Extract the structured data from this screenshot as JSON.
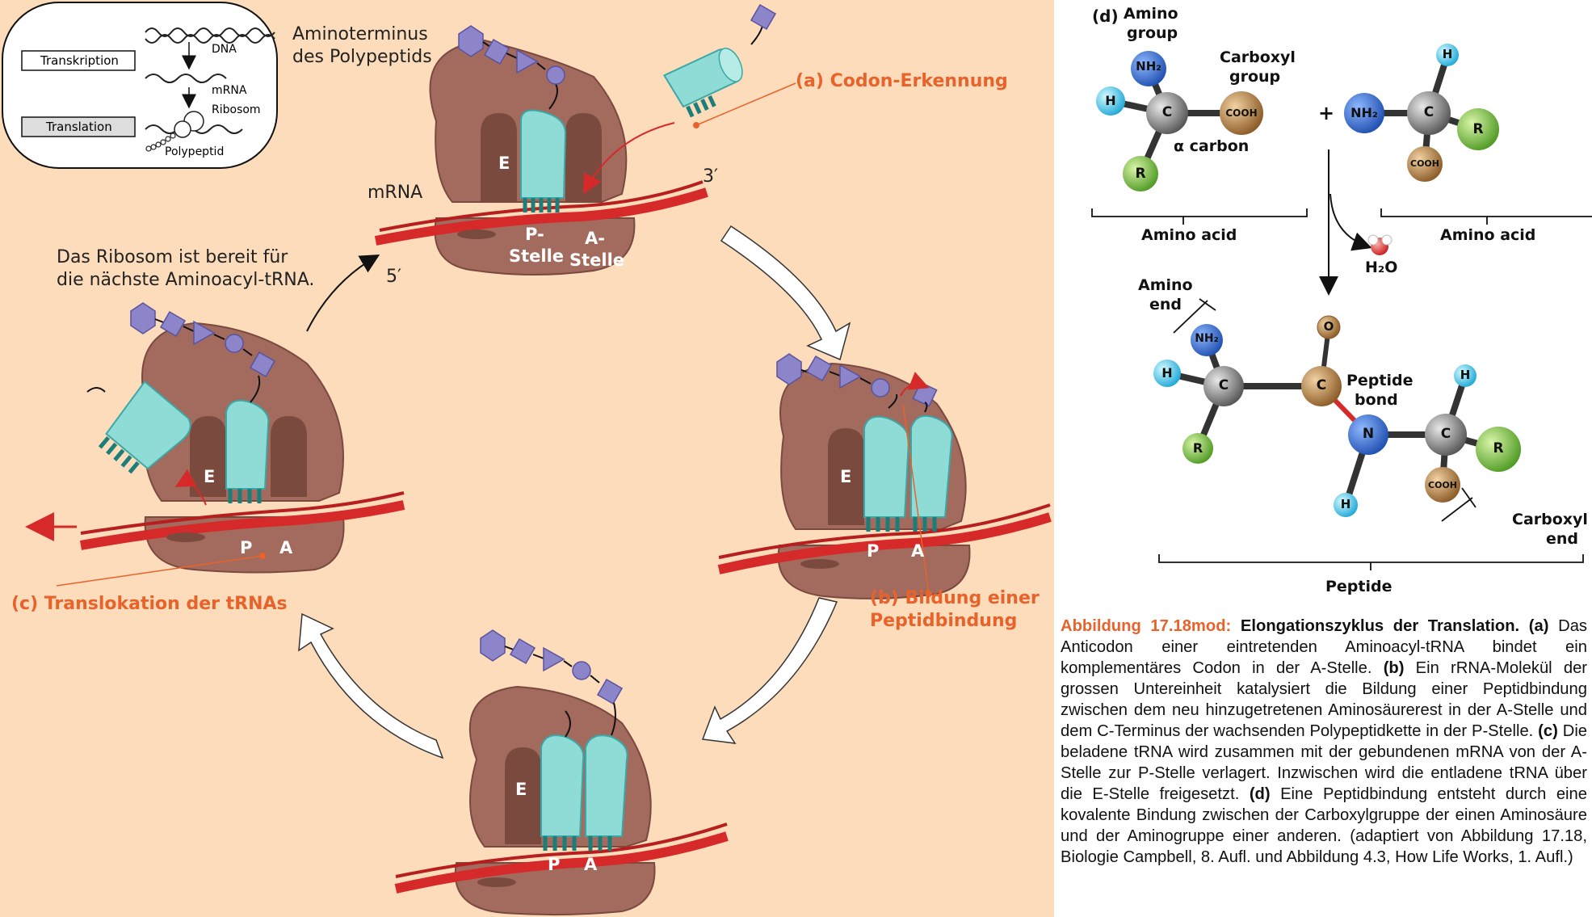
{
  "inset": {
    "transcription": "Transkription",
    "translation": "Translation",
    "dna": "DNA",
    "mrna": "mRNA",
    "ribosome": "Ribosom",
    "polypeptide": "Polypeptid"
  },
  "cycle": {
    "aminoterminus_line1": "Aminoterminus",
    "aminoterminus_line2": "des Polypeptids",
    "step_a": "(a) Codon-Erkennung",
    "step_b_line1": "(b) Bildung einer",
    "step_b_line2": "Peptidbindung",
    "step_c": "(c) Translokation der tRNAs",
    "ready_line1": "Das Ribosom ist bereit für",
    "ready_line2": "die nächste Aminoacyl-tRNA.",
    "mrna": "mRNA",
    "three_prime": "3′",
    "five_prime": "5′",
    "site_e": "E",
    "site_p": "P",
    "site_a": "A",
    "p_stelle_line1": "P-",
    "p_stelle_line2": "Stelle",
    "a_stelle_line1": "A-",
    "a_stelle_line2": "Stelle"
  },
  "chem": {
    "panel_label": "(d)",
    "amino_group_line1": "Amino",
    "amino_group_line2": "group",
    "carboxyl_group_line1": "Carboxyl",
    "carboxyl_group_line2": "group",
    "alpha_carbon": "α carbon",
    "plus": "+",
    "amino_acid_left": "Amino acid",
    "amino_acid_right": "Amino acid",
    "water": "H₂O",
    "amino_end_line1": "Amino",
    "amino_end_line2": "end",
    "peptide_bond_line1": "Peptide",
    "peptide_bond_line2": "bond",
    "carboxyl_end_line1": "Carboxyl",
    "carboxyl_end_line2": "end",
    "peptide": "Peptide",
    "atoms": {
      "nh2": "NH₂",
      "h": "H",
      "c": "C",
      "r": "R",
      "cooh": "COOH",
      "o": "O",
      "n": "N"
    }
  },
  "caption": {
    "title": "Abbildung 17.18mod:",
    "heading": "Elongationszyklus der Translation.",
    "a_label": "(a)",
    "a_text": "Das Anticodon einer eintretenden Aminoacyl-tRNA bindet ein komplementäres Codon in der A-Stelle.",
    "b_label": "(b)",
    "b_text": "Ein rRNA-Molekül der grossen Untereinheit katalysiert die Bildung einer Peptidbindung zwischen dem neu hinzugetretenen Aminosäurerest in der A-Stelle und dem C-Terminus der wachsenden Polypeptidkette in der P-Stelle.",
    "c_label": "(c)",
    "c_text": "Die beladene tRNA wird zusammen mit der gebundenen mRNA von der A-Stelle zur P-Stelle verlagert. Inzwischen wird die entladene tRNA über die E-Stelle freigesetzt.",
    "d_label": "(d)",
    "d_text": "Eine Peptidbindung entsteht durch eine kovalente Bindung zwischen der Carboxylgruppe der einen Aminosäure und der Aminogruppe einer anderen. (adaptiert von Abbildung 17.18, Biologie Campbell, 8. Aufl. und Abbildung 4.3, How Life Works, 1. Aufl.)"
  },
  "colors": {
    "background": "#fcdcba",
    "ribosome": "#a36a5e",
    "trna": "#8fdcd6",
    "mrna": "#d62a2a",
    "amino_acid": "#8c85c9",
    "accent": "#e8632b"
  }
}
